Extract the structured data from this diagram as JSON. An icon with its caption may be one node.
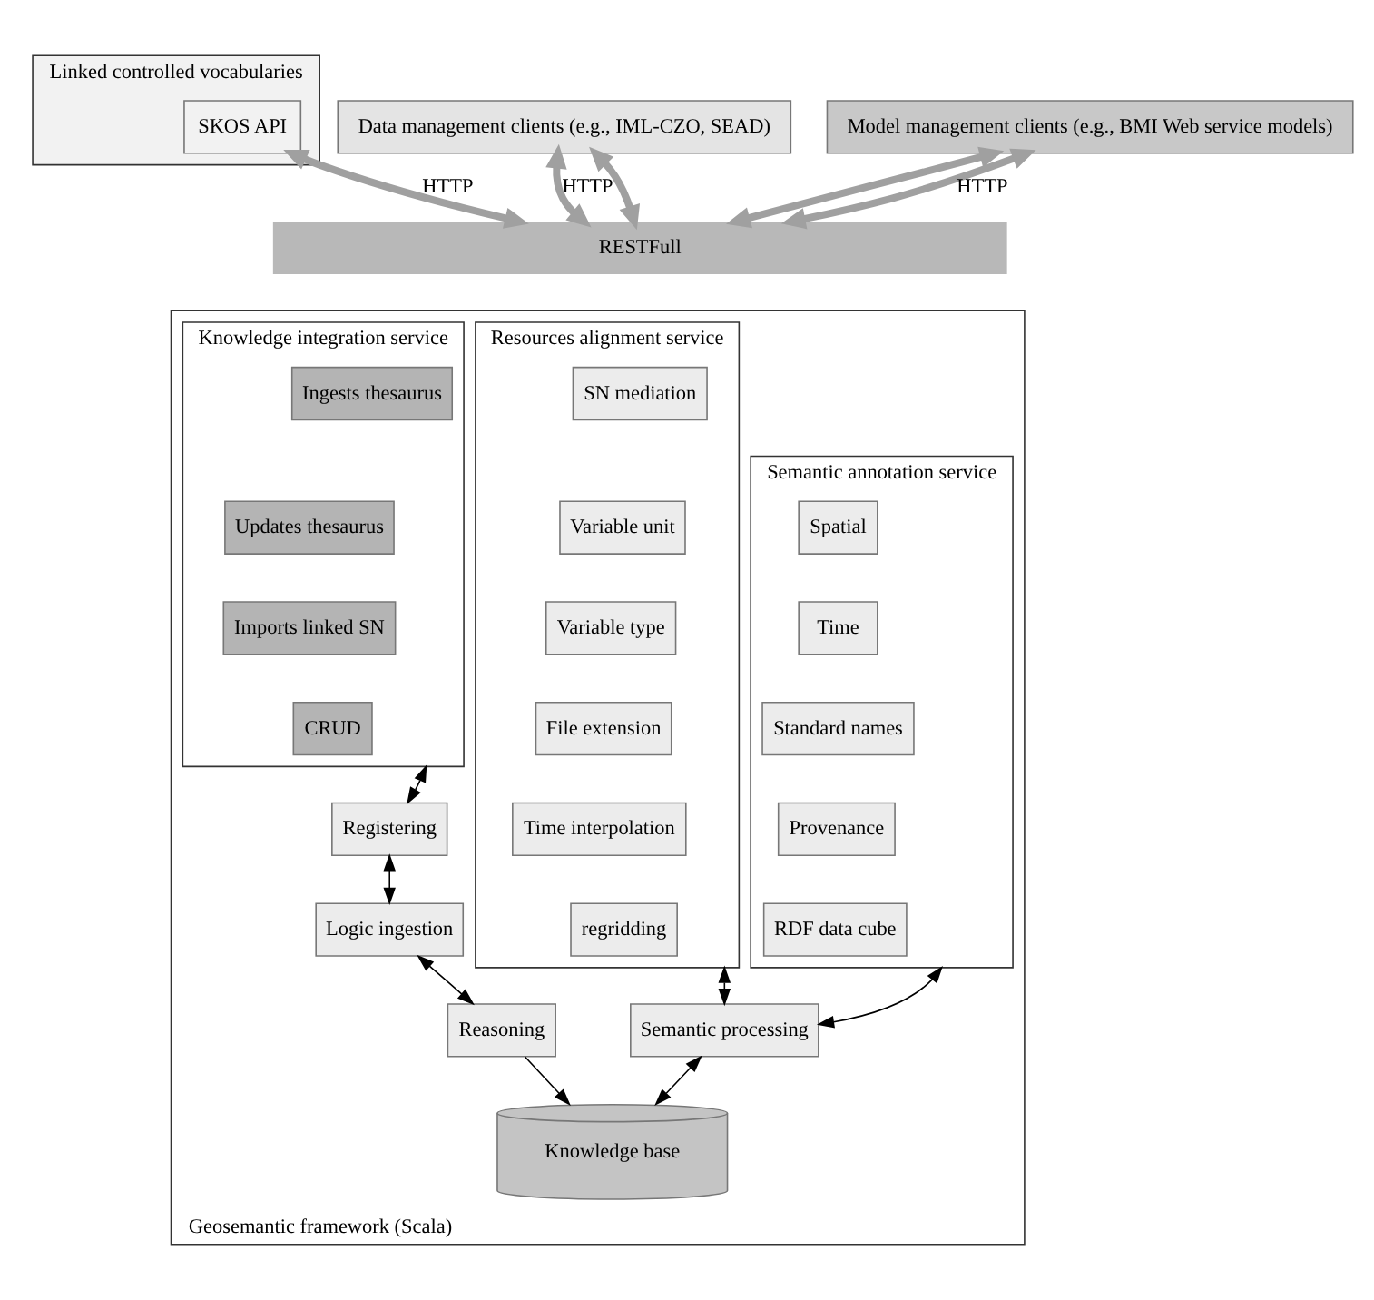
{
  "diagram": {
    "nodes": [
      {
        "text": [
          "Linked controlled vocabularies"
        ]
      },
      {
        "text": [
          "SKOS API"
        ],
        "in": 0
      },
      {
        "text": [
          "Data management clients (e.g., IML-CZO, SEAD)"
        ]
      },
      {
        "text": [
          "Model management clients (e.g., BMI Web service models)"
        ]
      },
      {
        "text": [
          "RESTFull"
        ]
      },
      {
        "text": [
          "Geosemantic framework (Scala)"
        ]
      },
      {
        "text": [
          "Knowledge integration service"
        ],
        "in": 5
      },
      {
        "text": [
          "Ingests thesaurus"
        ],
        "in": 6
      },
      {
        "text": [
          "Updates thesaurus"
        ],
        "in": 6
      },
      {
        "text": [
          "Imports linked SN"
        ],
        "in": 6
      },
      {
        "text": [
          "CRUD"
        ],
        "in": 6
      },
      {
        "text": [
          "Semantic annotation service"
        ],
        "in": 5
      },
      {
        "text": [
          "Spatial"
        ],
        "in": 11
      },
      {
        "text": [
          "Time"
        ],
        "in": 11
      },
      {
        "text": [
          "Standard names"
        ],
        "in": 11
      },
      {
        "text": [
          "Provenance"
        ],
        "in": 11
      },
      {
        "text": [
          "RDF data cube"
        ],
        "in": 11
      },
      {
        "text": [
          "Resources alignment service"
        ],
        "in": 5
      },
      {
        "text": [
          "SN mediation"
        ],
        "in": 17
      },
      {
        "text": [
          "Variable unit"
        ],
        "in": 17
      },
      {
        "text": [
          "Variable type"
        ],
        "in": 17
      },
      {
        "text": [
          "File extension"
        ],
        "in": 17
      },
      {
        "text": [
          "Time interpolation"
        ],
        "in": 17
      },
      {
        "text": [
          "regridding"
        ],
        "in": 17
      },
      {
        "text": [
          "Registering"
        ],
        "in": 5
      },
      {
        "text": [
          "Logic ingestion"
        ],
        "in": 5
      },
      {
        "text": [
          "Reasoning"
        ],
        "in": 5
      },
      {
        "text": [
          "Semantic processing"
        ],
        "in": 5
      },
      {
        "text": [
          "Knowledge base"
        ],
        "in": 5
      }
    ],
    "edges": [
      {
        "from": 1,
        "to": 4,
        "arrow": "both",
        "label": "HTTP",
        "style": "thick",
        "color": "#a0a0a0"
      },
      {
        "from": 2,
        "to": 4,
        "arrow": "both",
        "label": "HTTP",
        "style": "thick",
        "color": "#a0a0a0"
      },
      {
        "from": 3,
        "to": 4,
        "arrow": "both",
        "style": "thick",
        "color": "#a0a0a0"
      },
      {
        "from": 2,
        "to": 4,
        "arrow": "both",
        "style": "thick",
        "color": "#a0a0a0"
      },
      {
        "from": 3,
        "to": 4,
        "arrow": "both",
        "label": "HTTP",
        "style": "thick",
        "color": "#a0a0a0"
      },
      {
        "from": 6,
        "to": 24,
        "arrow": "both"
      },
      {
        "from": 24,
        "to": 25,
        "arrow": "both"
      },
      {
        "from": 25,
        "to": 26,
        "arrow": "both"
      },
      {
        "from": 26,
        "to": 28,
        "arrow": "to"
      },
      {
        "from": 11,
        "to": 27,
        "arrow": "both"
      },
      {
        "from": 27,
        "to": 17,
        "arrow": "both"
      },
      {
        "from": 27,
        "to": 28,
        "arrow": "both"
      }
    ]
  }
}
